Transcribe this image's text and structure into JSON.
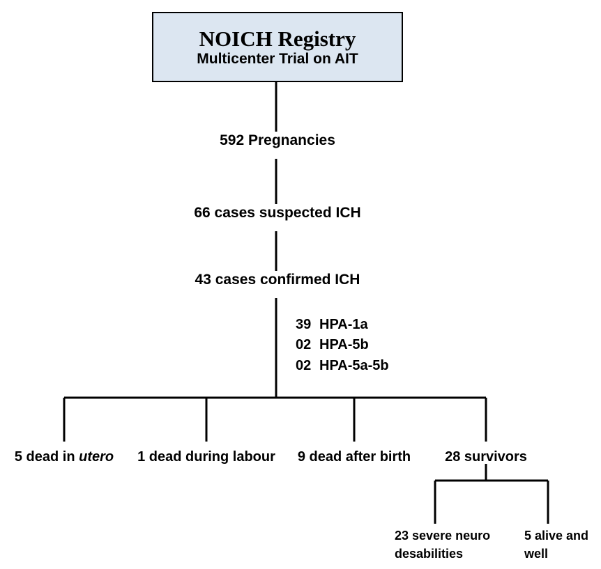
{
  "diagram": {
    "title": "NOICH Registry",
    "subtitle": "Multicenter Trial on AIT",
    "stages": [
      {
        "id": "pregnancies",
        "label": "592 Pregnancies",
        "count": 592
      },
      {
        "id": "suspected-ich",
        "label": "66 cases suspected ICH",
        "count": 66
      },
      {
        "id": "confirmed-ich",
        "label": "43 cases confirmed ICH",
        "count": 43
      }
    ],
    "hpa_breakdown": [
      {
        "count": "39",
        "antigen": "HPA-1a"
      },
      {
        "count": "02",
        "antigen": "HPA-5b"
      },
      {
        "count": "02",
        "antigen": "HPA-5a-5b"
      }
    ],
    "outcomes": [
      {
        "id": "dead-in-utero",
        "count": 5,
        "prefix": "5 dead in ",
        "emphasis": "utero",
        "suffix": ""
      },
      {
        "id": "dead-during-labour",
        "count": 1,
        "prefix": "1 dead during labour",
        "emphasis": "",
        "suffix": ""
      },
      {
        "id": "dead-after-birth",
        "count": 9,
        "prefix": "9 dead after birth",
        "emphasis": "",
        "suffix": ""
      },
      {
        "id": "survivors",
        "count": 28,
        "prefix": "28 survivors",
        "emphasis": "",
        "suffix": ""
      }
    ],
    "survivor_outcomes": [
      {
        "id": "severe-neuro-desabilities",
        "count": 23,
        "label": "23 severe neuro desabilities"
      },
      {
        "id": "alive-and-well",
        "count": 5,
        "label": "5 alive and well"
      }
    ],
    "colors": {
      "header_fill": "#dce6f1",
      "border": "#000000",
      "text": "#000000",
      "connector": "#000000",
      "background": "#ffffff"
    }
  }
}
